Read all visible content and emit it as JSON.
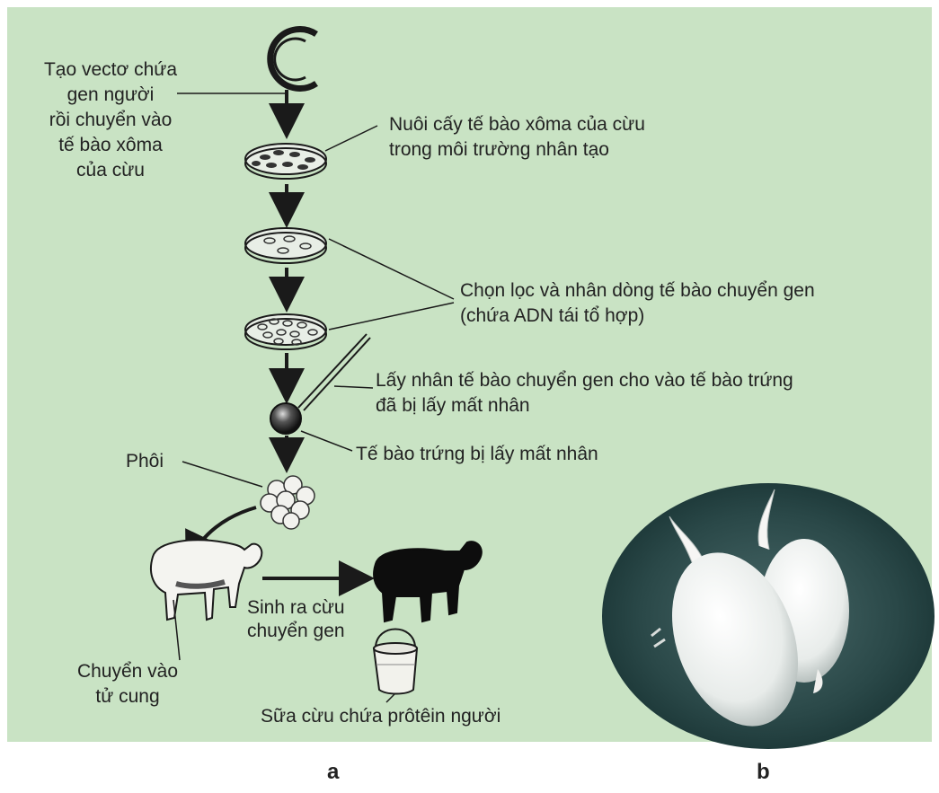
{
  "labels": {
    "vector": [
      "Tạo vectơ chứa",
      "gen người",
      "rồi chuyển vào",
      "tế bào xôma",
      "của cừu"
    ],
    "culture": [
      "Nuôi cấy tế bào xôma của cừu",
      "trong môi trường nhân tạo"
    ],
    "select": [
      "Chọn lọc và nhân dòng tế bào chuyển gen",
      "(chứa ADN tái tổ hợp)"
    ],
    "transfer": [
      "Lấy nhân tế bào chuyển gen cho vào tế bào trứng",
      "đã bị lấy mất nhân"
    ],
    "egg": "Tế bào trứng bị lấy mất nhân",
    "embryo": "Phôi",
    "uterus": [
      "Chuyển vào",
      "tử cung"
    ],
    "born": [
      "Sinh ra cừu",
      "chuyển gen"
    ],
    "milk": "Sữa cừu chứa prôtêin người"
  },
  "panel_letters": {
    "a": "a",
    "b": "b"
  },
  "colors": {
    "background": "#c9e3c4",
    "ink": "#222222"
  }
}
